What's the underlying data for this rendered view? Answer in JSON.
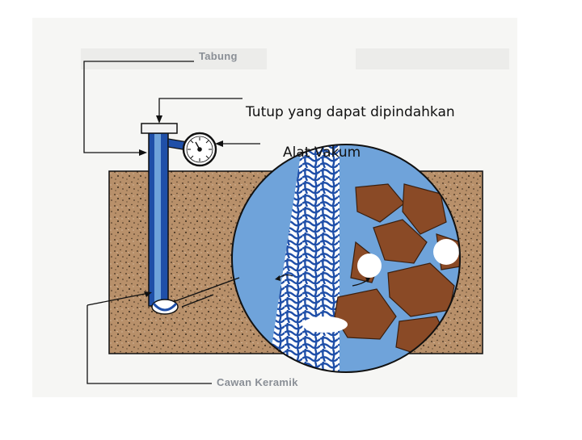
{
  "labels": {
    "tube": "Tabung",
    "removable_cap": "Tutup yang dapat dipindahkan",
    "vacuum_gauge": "Alat Vakum",
    "ceramic_cup": "Cawan Keramik"
  },
  "colors": {
    "soil": "#b8906a",
    "soil_dark": "#3a2a1a",
    "water": "#6fa3da",
    "tube": "#1f4fa8",
    "rock": "#8a4a26",
    "frame": "#111111",
    "label_small": "#8a8f96"
  }
}
